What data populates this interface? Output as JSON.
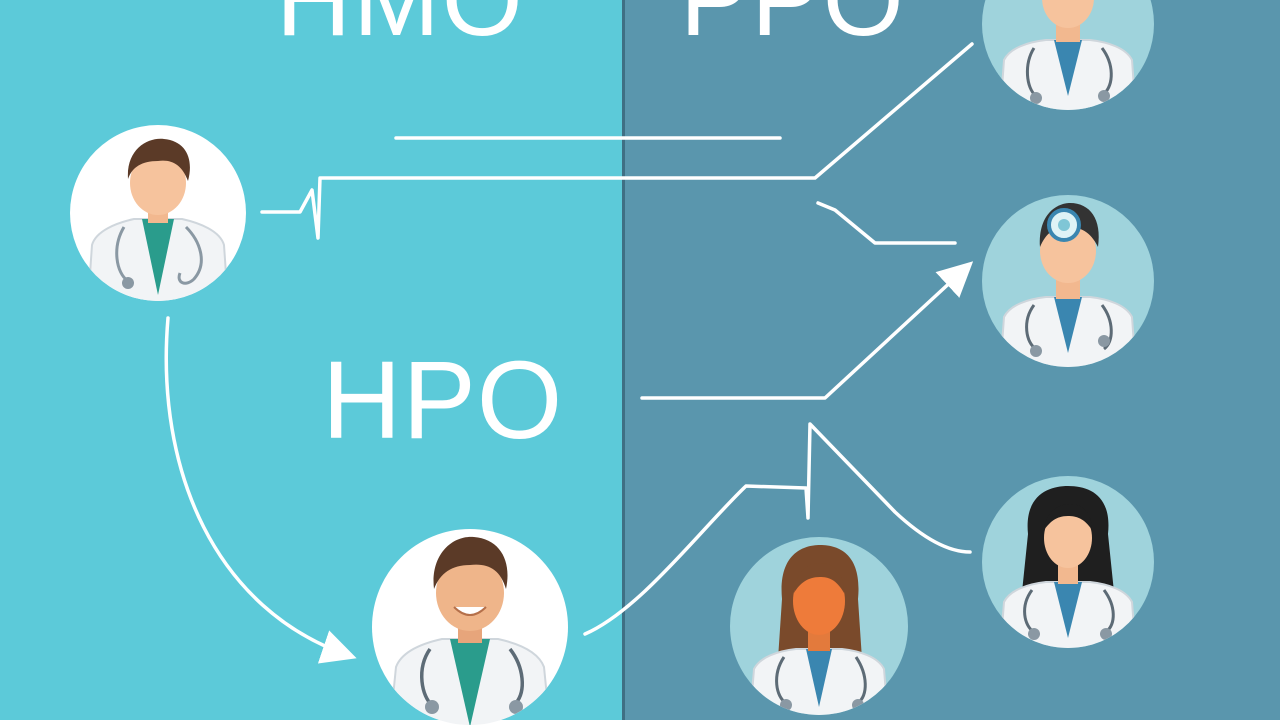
{
  "headings": {
    "left_top": "HMO",
    "right_top": "PPO",
    "middle": "HPO"
  },
  "colors": {
    "left_panel": "#5ccad9",
    "right_panel": "#5a96ad",
    "divider": "#3f6f84",
    "connector": "#ffffff",
    "avatar_circle_left": "#ffffff",
    "avatar_circle_right": "#9fd3dc",
    "scrub_teal": "#2a9c8c",
    "scrub_blue": "#3a86b0"
  },
  "avatars": [
    {
      "id": "primary-doctor",
      "icon": "male-doctor-icon"
    },
    {
      "id": "referred-doctor",
      "icon": "smiling-male-doctor-icon"
    },
    {
      "id": "specialist-top",
      "icon": "male-doctor-icon"
    },
    {
      "id": "specialist-middle",
      "icon": "head-mirror-doctor-icon"
    },
    {
      "id": "specialist-bottom",
      "icon": "female-doctor-icon"
    },
    {
      "id": "specialist-lower",
      "icon": "female-doctor-icon"
    }
  ]
}
